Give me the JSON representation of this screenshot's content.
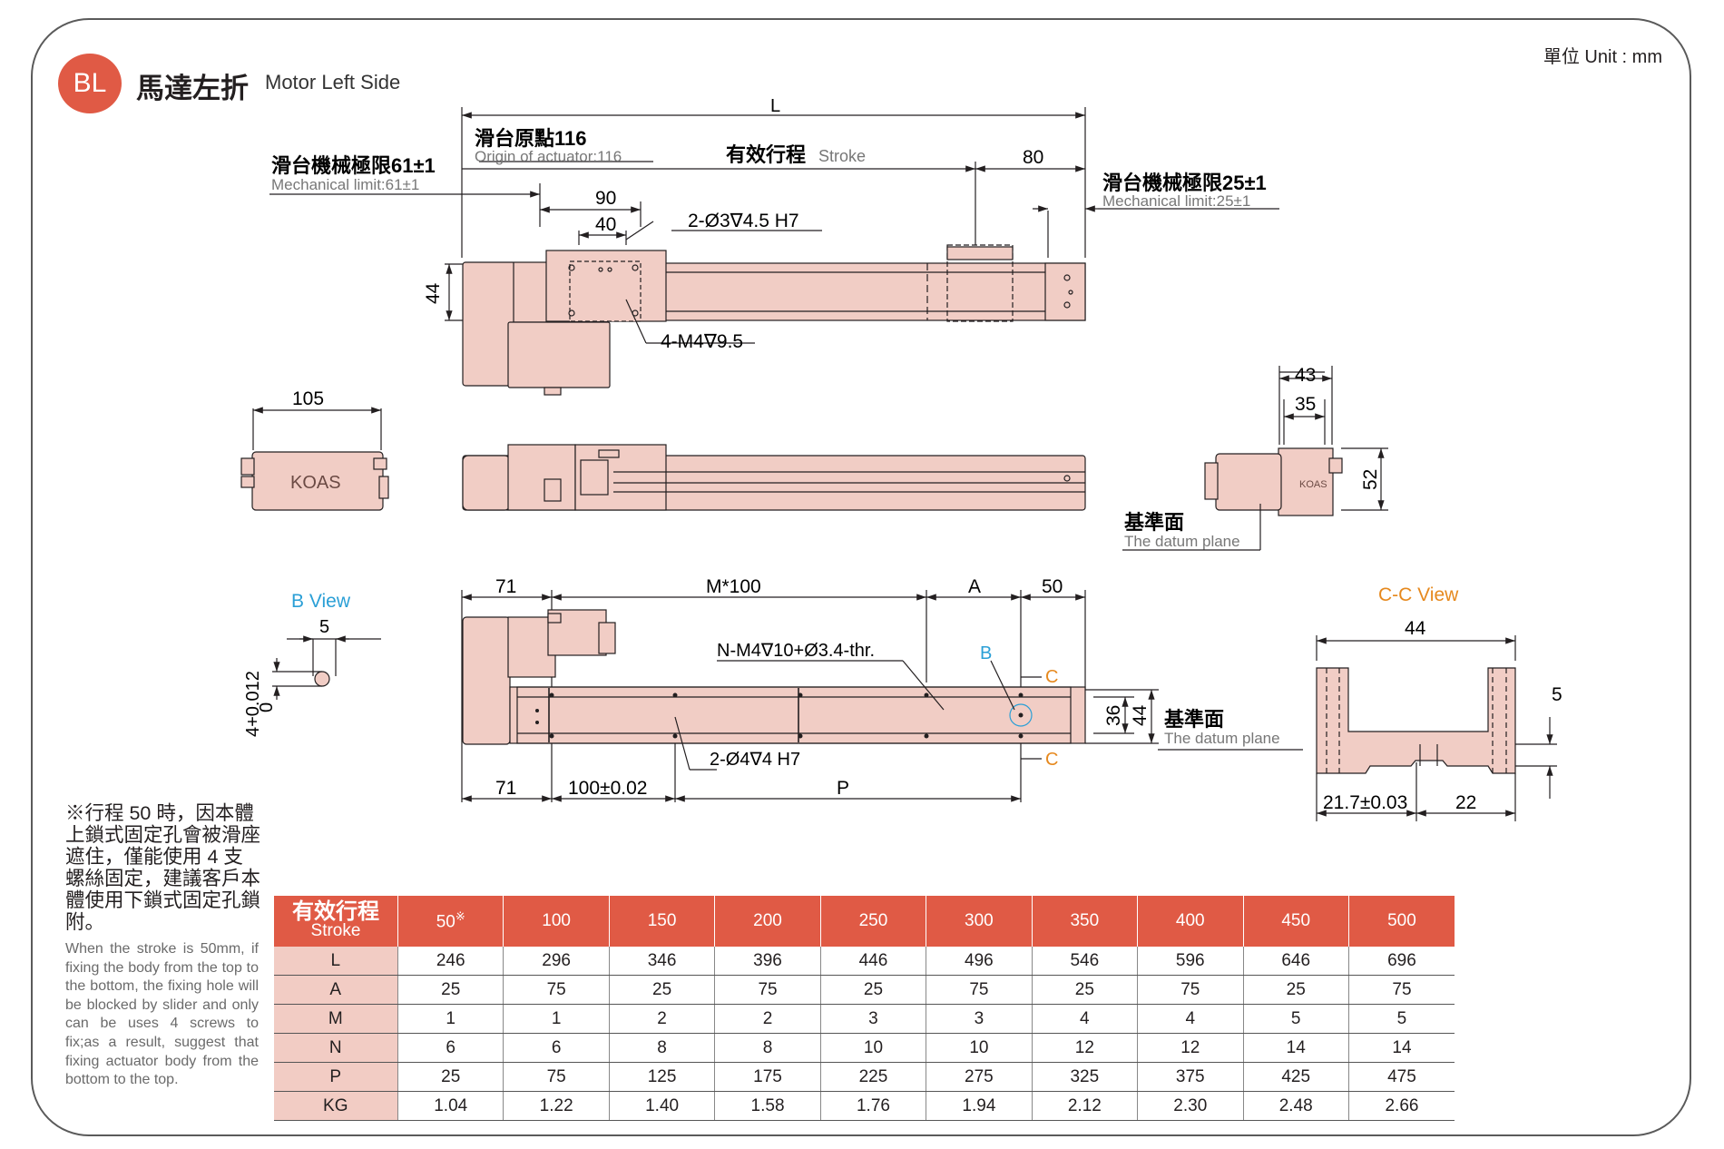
{
  "unit": "單位 Unit : mm",
  "badge": "BL",
  "title": {
    "zh": "馬達左折",
    "en": "Motor Left Side"
  },
  "labels": {
    "L": "L",
    "origin_zh": "滑台原點116",
    "origin_en": "Origin of actuator:116",
    "stroke_zh": "有效行程",
    "stroke_en": "Stroke",
    "d80": "80",
    "mech_left_zh": "滑台機械極限61±1",
    "mech_left_en": "Mechanical limit:61±1",
    "mech_right_zh": "滑台機械極限25±1",
    "mech_right_en": "Mechanical limit:25±1",
    "d90": "90",
    "d40": "40",
    "hole_pin": "2-Ø3∇4.5 H7",
    "d44_top": "44",
    "tap_m4": "4-M4∇9.5",
    "d105": "105",
    "d43": "43",
    "d35": "35",
    "d52": "52",
    "datum_zh": "基準面",
    "datum_en": "The datum plane",
    "bview": "B View",
    "d5_b": "5",
    "tol_b": "4+0.012",
    "tol_b0": "0",
    "d71_top": "71",
    "m100": "M*100",
    "dA": "A",
    "d50": "50",
    "n_m4": "N-M4∇10+Ø3.4-thr.",
    "B": "B",
    "C1": "C",
    "C2": "C",
    "d36": "36",
    "d44_bottom": "44",
    "datum2_zh": "基準面",
    "datum2_en": "The datum plane",
    "pin2": "2-Ø4∇4 H7",
    "d71_bottom": "71",
    "d100": "100±0.02",
    "dP": "P",
    "ccview": "C-C View",
    "d44_cc": "44",
    "d5_cc": "5",
    "d21_7": "21.7±0.03",
    "d22": "22",
    "logo": "KOAS"
  },
  "note": {
    "zh": "※行程 50 時，因本體上鎖式固定孔會被滑座遮住，僅能使用 4 支螺絲固定，建議客戶本體使用下鎖式固定孔鎖附。",
    "en": "When the stroke is 50mm, if fixing the body from the top to the bottom, the fixing hole will be blocked by slider and only can be uses 4 screws to fix;as a result, suggest that fixing actuator body from the bottom to the top."
  },
  "table": {
    "header_zh": "有效行程",
    "header_en": "Stroke",
    "strokes": [
      "50",
      "100",
      "150",
      "200",
      "250",
      "300",
      "350",
      "400",
      "450",
      "500"
    ],
    "stroke_mark": "※",
    "rows": [
      {
        "label": "L",
        "values": [
          "246",
          "296",
          "346",
          "396",
          "446",
          "496",
          "546",
          "596",
          "646",
          "696"
        ]
      },
      {
        "label": "A",
        "values": [
          "25",
          "75",
          "25",
          "75",
          "25",
          "75",
          "25",
          "75",
          "25",
          "75"
        ]
      },
      {
        "label": "M",
        "values": [
          "1",
          "1",
          "2",
          "2",
          "3",
          "3",
          "4",
          "4",
          "5",
          "5"
        ]
      },
      {
        "label": "N",
        "values": [
          "6",
          "6",
          "8",
          "8",
          "10",
          "10",
          "12",
          "12",
          "14",
          "14"
        ]
      },
      {
        "label": "P",
        "values": [
          "25",
          "75",
          "125",
          "175",
          "225",
          "275",
          "325",
          "375",
          "425",
          "475"
        ]
      },
      {
        "label": "KG",
        "values": [
          "1.04",
          "1.22",
          "1.40",
          "1.58",
          "1.76",
          "1.94",
          "2.12",
          "2.30",
          "2.48",
          "2.66"
        ]
      }
    ]
  },
  "colors": {
    "accent": "#e05a45",
    "part_fill": "#f1cdc5",
    "table_row_head": "#f2ccc4",
    "blue_label": "#2a9fd6",
    "orange_label": "#e6891e"
  }
}
